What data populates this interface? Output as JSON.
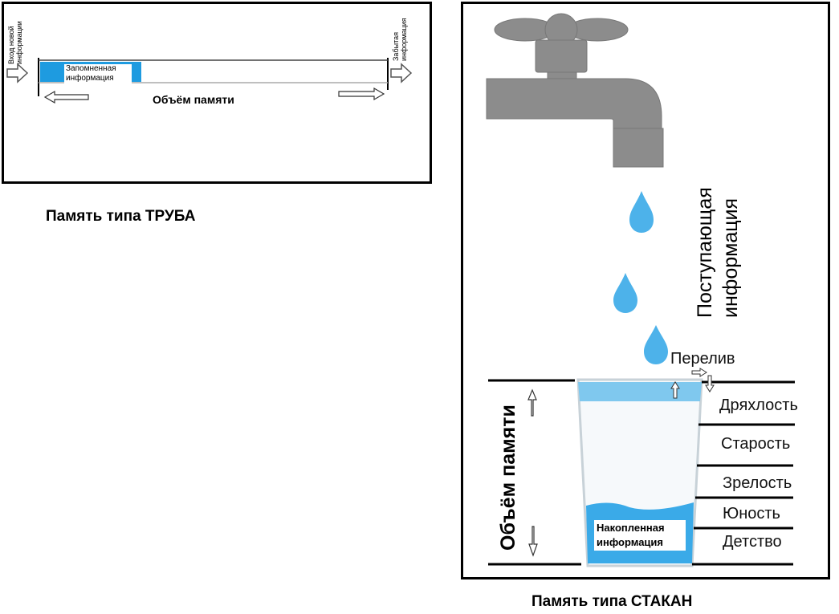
{
  "pipe": {
    "input_label": "Вход новой информации",
    "forgotten_label": "Забытая информация",
    "stored_label": "Запомненная информация",
    "volume_label": "Объём памяти",
    "caption": "Память типа ТРУБА",
    "stored_color": "#1E9BE0"
  },
  "glass": {
    "incoming_label": "Поступающая информация",
    "overflow_label": "Перелив",
    "volume_label": "Объём памяти",
    "accumulated_label": "Накопленная информация",
    "stages": [
      "Дряхлость",
      "Старость",
      "Зрелость",
      "Юность",
      "Детство"
    ],
    "caption": "Память типа СТАКАН",
    "water_color": "#3AAAE8",
    "faucet_color": "#8C8C8C"
  }
}
